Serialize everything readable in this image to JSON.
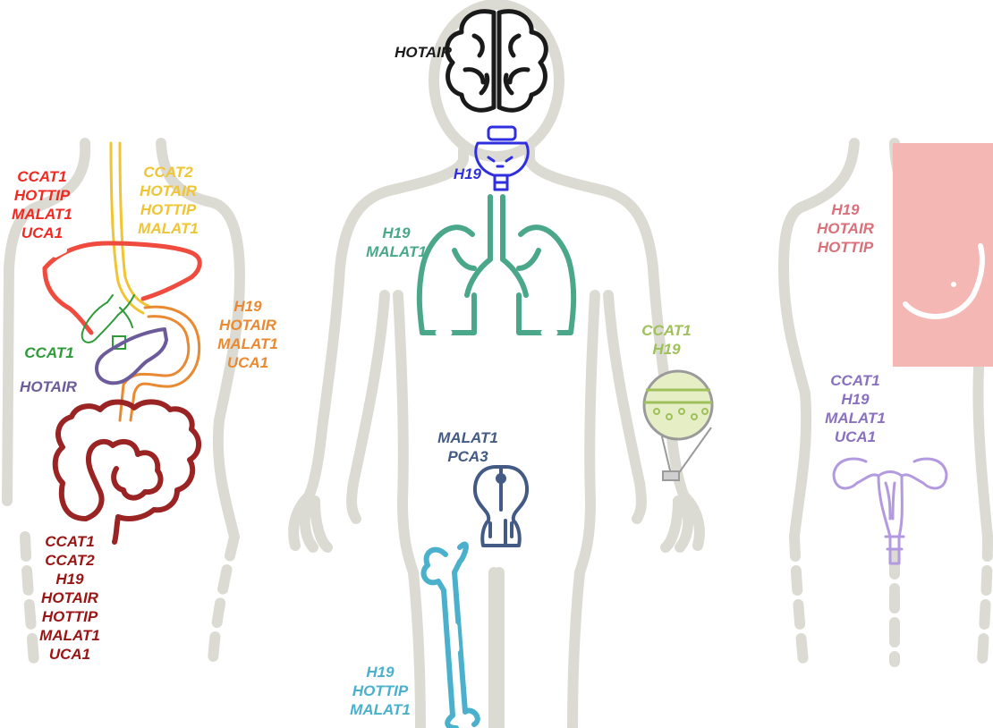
{
  "colors": {
    "silhouette": "#dcdbd3",
    "brain": "#1a1a1a",
    "thyroid": "#2f2fe0",
    "lung": "#4aa78a",
    "liver": "#ef4b3f",
    "esophagus": "#efc534",
    "stomach": "#e98a32",
    "gallbladder": "#2f9a3a",
    "pancreas": "#6b5b9a",
    "colon": "#9a2424",
    "prostate": "#435a85",
    "bone": "#4ab0cc",
    "skin": "#9fc05a",
    "breast": "#f5b7b3",
    "uterus": "#b39ae0"
  },
  "labels": {
    "brain": [
      "HOTAIR"
    ],
    "thyroid": [
      "H19"
    ],
    "lung": [
      "H19",
      "MALAT1"
    ],
    "liver": [
      "CCAT1",
      "HOTTIP",
      "MALAT1",
      "UCA1"
    ],
    "esophagus": [
      "CCAT2",
      "HOTAIR",
      "HOTTIP",
      "MALAT1"
    ],
    "stomach": [
      "H19",
      "HOTAIR",
      "MALAT1",
      "UCA1"
    ],
    "gallbladder": [
      "CCAT1"
    ],
    "pancreas": [
      "HOTAIR"
    ],
    "colon": [
      "CCAT1",
      "CCAT2",
      "H19",
      "HOTAIR",
      "HOTTIP",
      "MALAT1",
      "UCA1"
    ],
    "prostate": [
      "MALAT1",
      "PCA3"
    ],
    "bone": [
      "H19",
      "HOTTIP",
      "MALAT1"
    ],
    "skin": [
      "CCAT1",
      "H19"
    ],
    "breast": [
      "H19",
      "HOTAIR",
      "HOTTIP"
    ],
    "uterus": [
      "CCAT1",
      "H19",
      "MALAT1",
      "UCA1"
    ]
  }
}
